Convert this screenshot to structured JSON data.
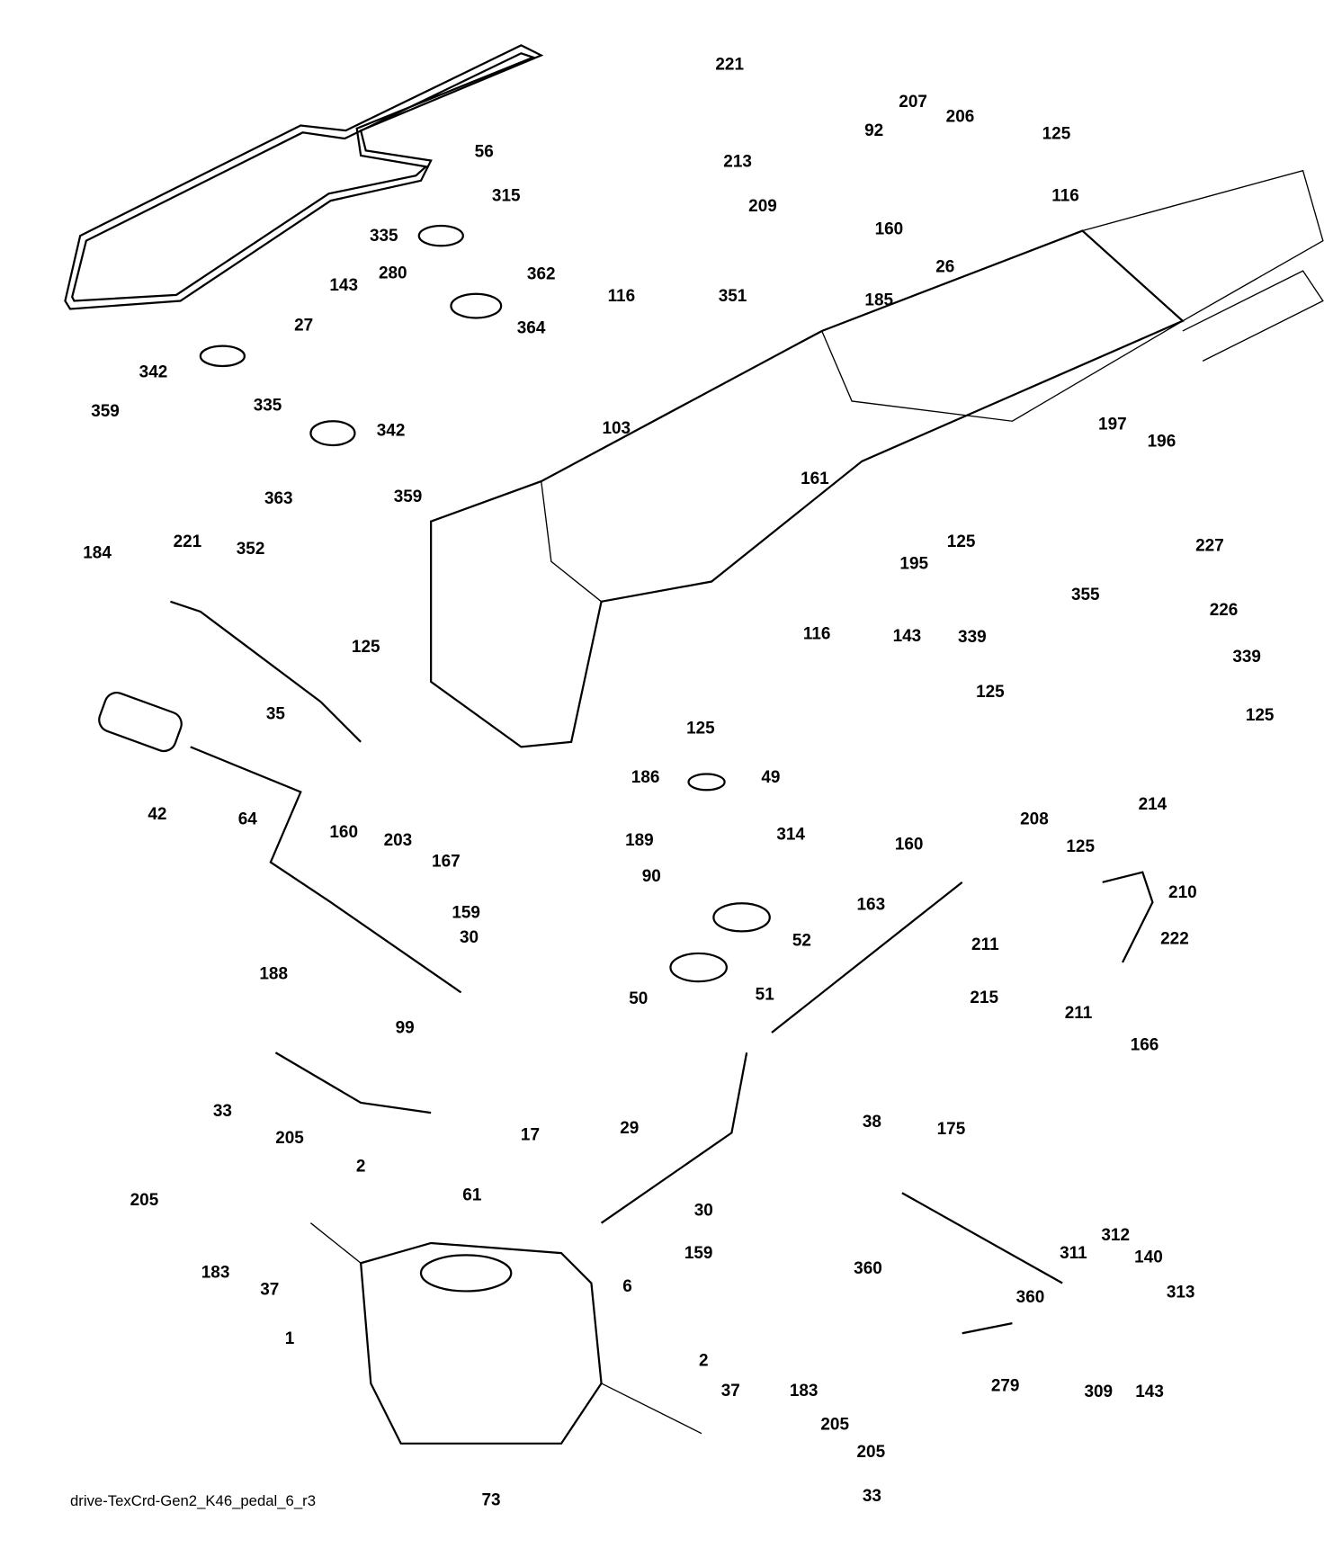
{
  "caption": "drive-TexCrd-Gen2_K46_pedal_6_r3",
  "labels": [
    "221",
    "213",
    "92",
    "207",
    "206",
    "125",
    "116",
    "209",
    "160",
    "26",
    "185",
    "56",
    "315",
    "335",
    "280",
    "362",
    "143",
    "364",
    "27",
    "342",
    "335",
    "342",
    "359",
    "363",
    "359",
    "352",
    "116",
    "351",
    "103",
    "161",
    "197",
    "196",
    "184",
    "221",
    "125",
    "35",
    "42",
    "64",
    "160",
    "203",
    "167",
    "159",
    "30",
    "188",
    "125",
    "195",
    "143",
    "116",
    "227",
    "226",
    "339",
    "355",
    "339",
    "125",
    "125",
    "125",
    "186",
    "49",
    "189",
    "314",
    "90",
    "52",
    "50",
    "51",
    "160",
    "208",
    "214",
    "125",
    "210",
    "163",
    "211",
    "222",
    "215",
    "211",
    "166",
    "99",
    "33",
    "205",
    "205",
    "2",
    "17",
    "29",
    "61",
    "30",
    "159",
    "6",
    "183",
    "37",
    "1",
    "38",
    "175",
    "360",
    "311",
    "312",
    "140",
    "313",
    "360",
    "279",
    "309",
    "143",
    "2",
    "37",
    "183",
    "205",
    "205",
    "33",
    "73"
  ]
}
